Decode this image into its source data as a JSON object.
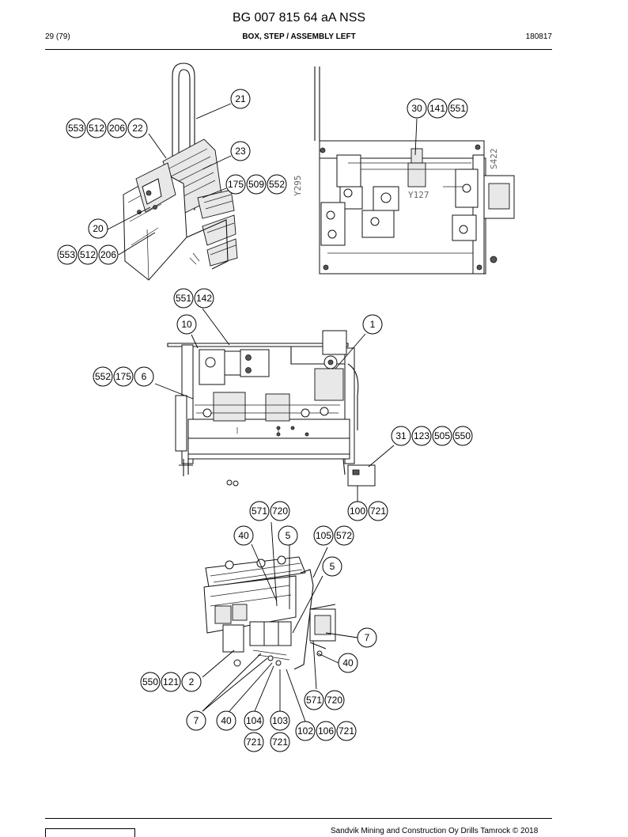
{
  "header": {
    "doc_title": "BG 007 815 64 aA NSS",
    "page": "29 (79)",
    "section": "BOX, STEP / ASSEMBLY LEFT",
    "date": "180817"
  },
  "footer": {
    "copyright": "Sandvik Mining and Construction Oy Drills Tamrock © 2018"
  },
  "part_labels": [
    "Y295",
    "Y127",
    "S422"
  ],
  "callout_groups": [
    {
      "id": "g1",
      "items": [
        "553",
        "512",
        "206",
        "22"
      ]
    },
    {
      "id": "g2",
      "items": [
        "21"
      ]
    },
    {
      "id": "g3",
      "items": [
        "23"
      ]
    },
    {
      "id": "g4",
      "items": [
        "175",
        "509",
        "552"
      ]
    },
    {
      "id": "g5",
      "items": [
        "20"
      ]
    },
    {
      "id": "g6",
      "items": [
        "553",
        "512",
        "206"
      ]
    },
    {
      "id": "g7",
      "items": [
        "30",
        "141",
        "551"
      ]
    },
    {
      "id": "g8",
      "items": [
        "551",
        "142"
      ]
    },
    {
      "id": "g9",
      "items": [
        "10"
      ]
    },
    {
      "id": "g10",
      "items": [
        "1"
      ]
    },
    {
      "id": "g11",
      "items": [
        "552",
        "175",
        "6"
      ]
    },
    {
      "id": "g12",
      "items": [
        "31",
        "123",
        "505",
        "550"
      ]
    },
    {
      "id": "g13",
      "items": [
        "571",
        "720"
      ]
    },
    {
      "id": "g14",
      "items": [
        "100",
        "721"
      ]
    },
    {
      "id": "g15",
      "items": [
        "40"
      ]
    },
    {
      "id": "g16",
      "items": [
        "5"
      ]
    },
    {
      "id": "g17",
      "items": [
        "105",
        "572"
      ]
    },
    {
      "id": "g18",
      "items": [
        "5"
      ]
    },
    {
      "id": "g19",
      "items": [
        "7"
      ]
    },
    {
      "id": "g20",
      "items": [
        "40"
      ]
    },
    {
      "id": "g21",
      "items": [
        "550",
        "121",
        "2"
      ]
    },
    {
      "id": "g22",
      "items": [
        "571",
        "720"
      ]
    },
    {
      "id": "g23",
      "items": [
        "7"
      ]
    },
    {
      "id": "g24",
      "items": [
        "40"
      ]
    },
    {
      "id": "g25",
      "items": [
        "104"
      ]
    },
    {
      "id": "g26",
      "items": [
        "103"
      ]
    },
    {
      "id": "g27",
      "items": [
        "102",
        "106",
        "721"
      ]
    },
    {
      "id": "g28",
      "items": [
        "721"
      ]
    },
    {
      "id": "g29",
      "items": [
        "721"
      ]
    }
  ]
}
